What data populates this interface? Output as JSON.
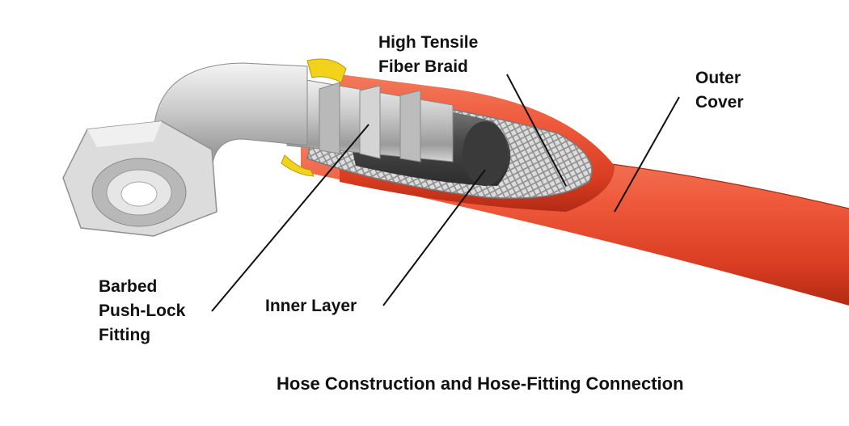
{
  "labels": {
    "braid": [
      "High Tensile",
      "Fiber Braid"
    ],
    "cover": [
      "Outer",
      "Cover"
    ],
    "fitting": [
      "Barbed",
      "Push-Lock",
      "Fitting"
    ],
    "inner": "Inner Layer"
  },
  "caption": "Hose Construction and Hose-Fitting Connection",
  "colors": {
    "hose": "#e8492e",
    "braid": "#d8d8d8",
    "inner": "#5a5a5a",
    "metal": "#c9c9c9",
    "clamp": "#f2d21a"
  }
}
